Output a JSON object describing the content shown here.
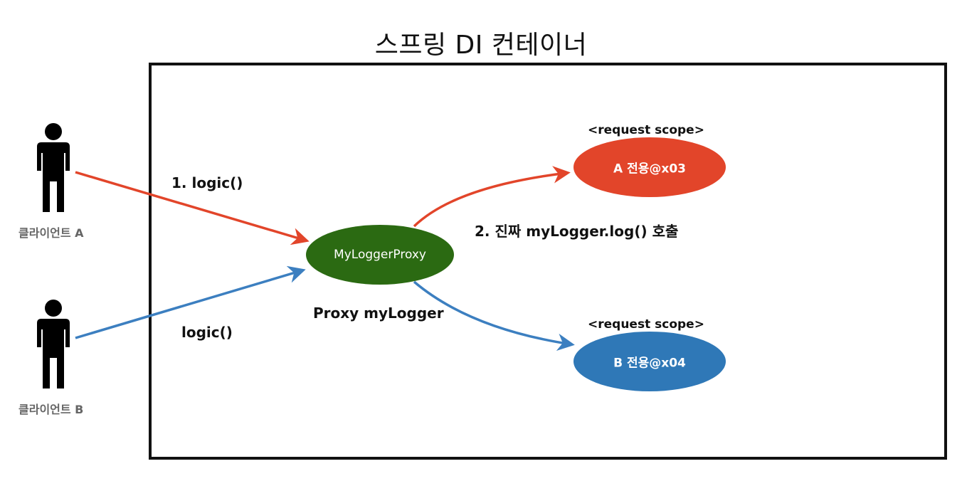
{
  "title": "스프링 DI 컨테이너",
  "clients": [
    {
      "label": "클라이언트 A"
    },
    {
      "label": "클라이언트 B"
    }
  ],
  "proxy": {
    "node_label": "MyLoggerProxy",
    "caption": "Proxy myLogger",
    "fill": "#2b6a12"
  },
  "scoped_beans": [
    {
      "scope": "<request scope>",
      "label": "A 전용@x03",
      "fill": "#e2452a"
    },
    {
      "scope": "<request scope>",
      "label": "B 전용@x04",
      "fill": "#2f78b7"
    }
  ],
  "edges": {
    "client_a_call": "1. logic()",
    "client_b_call": "logic()",
    "proxy_delegate": "2. 진짜 myLogger.log() 호출",
    "red": "#e2452a",
    "blue": "#3c7fc0"
  }
}
